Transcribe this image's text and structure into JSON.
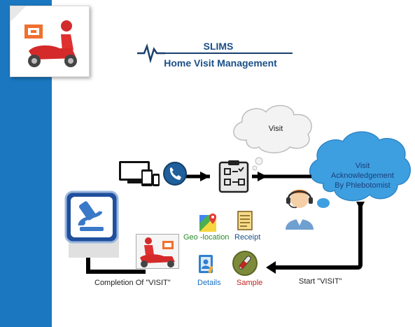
{
  "header": {
    "title": "SLIMS",
    "subtitle": "Home Visit Management"
  },
  "diagram": {
    "cloud_visit": "Visit",
    "cloud_ack": [
      "Visit",
      "Acknowledgement",
      "By Phlebotomist"
    ],
    "start_label": "Start  \"VISIT\"",
    "completion_label": "Completion Of   \"VISIT\"",
    "features": {
      "geo": "Geo -location",
      "receipt": "Receipt",
      "details": "Details",
      "sample": "Sample"
    }
  },
  "icons": [
    "delivery-scooter-logo-icon",
    "ecg-line-icon",
    "devices-icon",
    "phone-icon",
    "clipboard-workflow-icon",
    "phlebotomist-icon",
    "microscope-icon",
    "map-pin-icon",
    "receipt-icon",
    "contact-details-icon",
    "sample-tube-icon",
    "scooter-photo-icon"
  ],
  "colors": {
    "sidebar": "#1b78c0",
    "title": "#1a4f87",
    "cloud_blue": "#3e9fe0",
    "arrow": "#000000",
    "geo_label": "#2a8a2a",
    "receipt_label": "#1a4f87",
    "details_label": "#1a6fc0",
    "sample_label": "#c0261f"
  }
}
